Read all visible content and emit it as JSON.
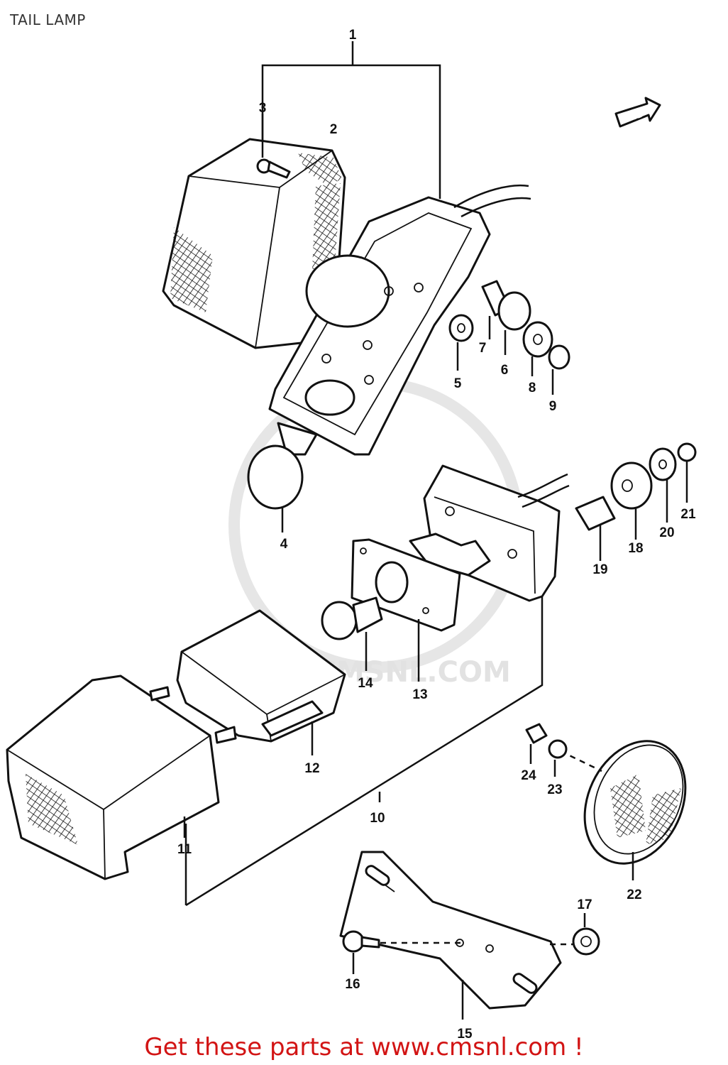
{
  "title": "TAIL LAMP",
  "footer": "Get these parts at www.cmsnl.com !",
  "watermark": "WWW.CMSNL.COM",
  "fwd_label": "FWD",
  "callouts": [
    "1",
    "2",
    "3",
    "4",
    "5",
    "6",
    "7",
    "8",
    "9",
    "10",
    "11",
    "12",
    "13",
    "14",
    "15",
    "16",
    "17",
    "18",
    "19",
    "20",
    "21",
    "22",
    "23",
    "24"
  ]
}
